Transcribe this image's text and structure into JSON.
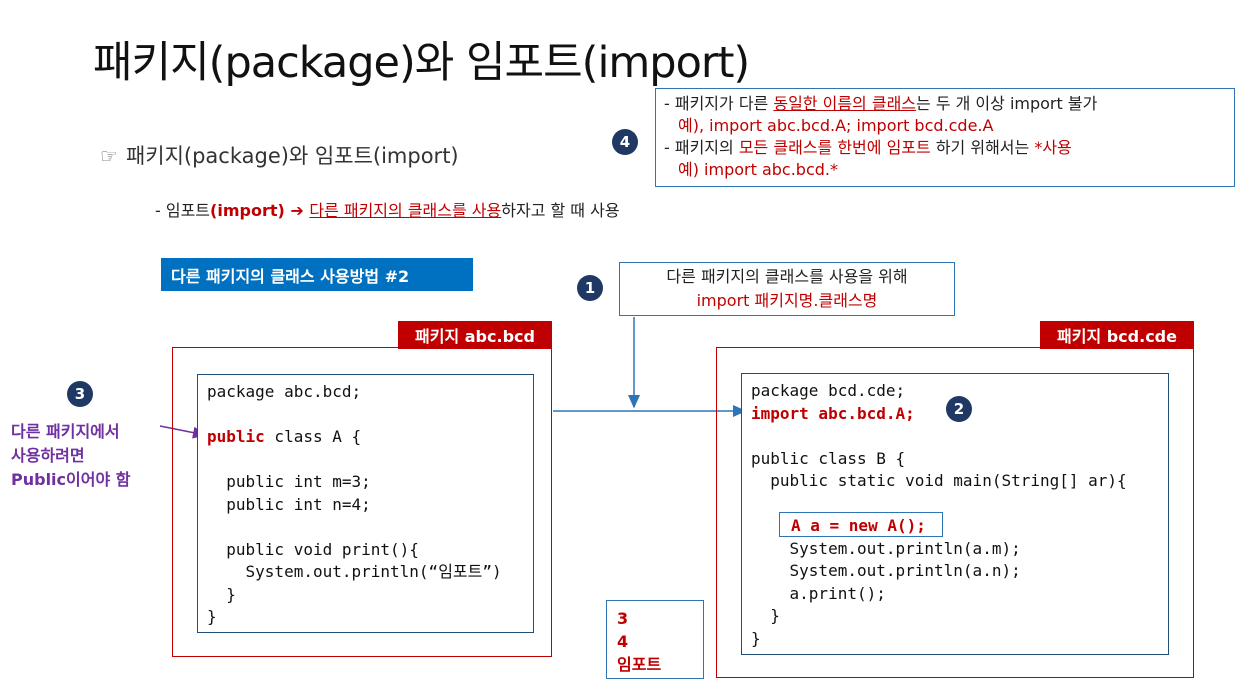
{
  "title": "패키지(package)와 임포트(import)",
  "bullet": {
    "hand": "☞",
    "text": "패키지(package)와 임포트(import)"
  },
  "sub": {
    "prefix": "- 임포트",
    "import_word": "(import)",
    "arrow": " ➔ ",
    "underlined": "다른 패키지의 클래스를 사용",
    "suffix": "하자고 할 때 사용"
  },
  "note4": {
    "line1_a": "- 패키지가 다른 ",
    "line1_red": "동일한 이름의 클래스",
    "line1_b": "는 두 개 이상 import 불가",
    "line2": "예), import abc.bcd.A; import bcd.cde.A",
    "line3_a": "- 패키지의 ",
    "line3_red": "모든 클래스를 한번에 임포트",
    "line3_b": " 하기 위해서는 ",
    "line3_red2": "*사용",
    "line4": "예) import abc.bcd.*"
  },
  "badges": {
    "one": "1",
    "two": "2",
    "three": "3",
    "four": "4"
  },
  "section_label": "다른 패키지의 클래스 사용방법 #2",
  "note1": {
    "line1": "다른 패키지의 클래스를 사용을 위해",
    "line2": "import 패키지명.클래스명"
  },
  "pkg_left": {
    "label": "패키지 abc.bcd",
    "line1": "package abc.bcd;",
    "line2_kw": "public",
    "line2_rest": " class A {",
    "line3": "  public int m=3;",
    "line4": "  public int n=4;",
    "line5": "  public void print(){",
    "line6": "    System.out.println(“임포트”)",
    "line7": "  }",
    "line8": "}"
  },
  "pkg_right": {
    "label": "패키지 bcd.cde",
    "line1": "package bcd.cde;",
    "line2": "import abc.bcd.A;",
    "line3": "public class B {",
    "line4": "  public static void main(String[] ar){",
    "line5": "A a = new A();",
    "line6": "    System.out.println(a.m);",
    "line7": "    System.out.println(a.n);",
    "line8": "    a.print();",
    "line9": "  }",
    "line10": "}"
  },
  "note3": {
    "line1": "다른 패키지에서",
    "line2": "사용하려면",
    "line3": "Public이어야 함"
  },
  "smallbox": {
    "line1": "3",
    "line2": "4",
    "line3": "임포트"
  },
  "colors": {
    "red": "#c00000",
    "blue": "#0070c0",
    "navy": "#1f3864",
    "purple": "#7030a0",
    "border_blue": "#2e75b6"
  }
}
